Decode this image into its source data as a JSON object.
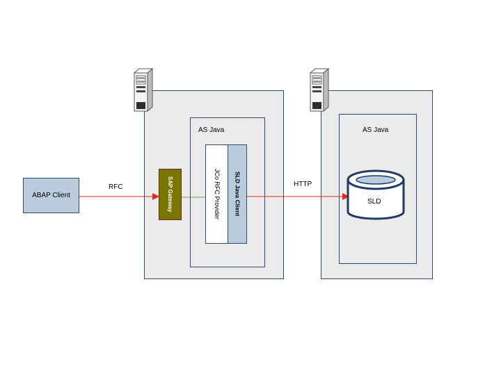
{
  "abap_client": {
    "label": "ABAP Client"
  },
  "rfc_connection": {
    "label": "RFC"
  },
  "http_connection": {
    "label": "HTTP"
  },
  "left_server": {
    "as_java_label": "AS Java",
    "gateway_label": "SAP Gateway",
    "jco_label": "JCo RFC Provider",
    "sld_client_label": "SLD Java Client"
  },
  "right_server": {
    "as_java_label": "AS Java",
    "sld_label": "SLD"
  },
  "colors": {
    "frame_border": "#2c4a6e",
    "frame_fill": "#ebebeb",
    "box_fill_blue": "#b9cbdd",
    "gateway_fill": "#7a7400",
    "arrow": "#e8241a",
    "connector": "#7a9a3a"
  },
  "icons": [
    "server-tower-icon",
    "server-tower-icon"
  ]
}
